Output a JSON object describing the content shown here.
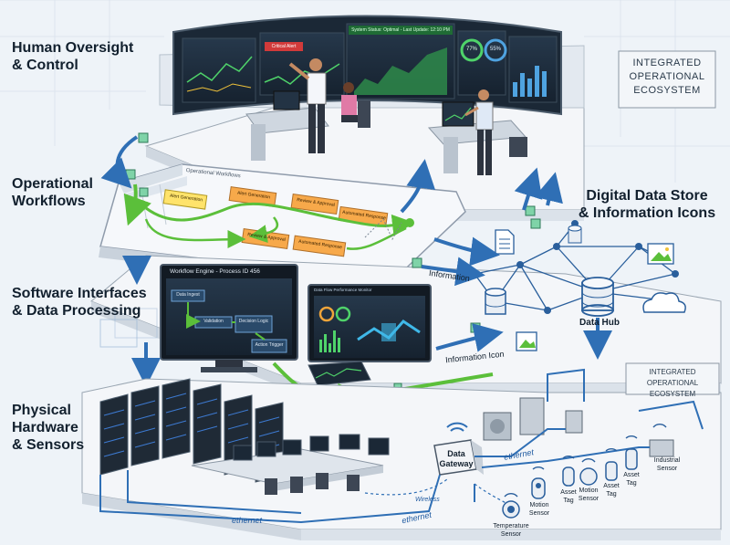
{
  "layers": {
    "human": "Human Oversight\n& Control",
    "workflows": "Operational\nWorkflows",
    "software": "Software Interfaces\n& Data Processing",
    "hardware": "Physical\nHardware\n& Sensors"
  },
  "store_title": "Digital Data Store\n& Information Icons",
  "ecosystem_top": "INTEGRATED\nOPERATIONAL\nECOSYSTEM",
  "ecosystem_bottom": "INTEGRATED\nOPERATIONAL ECOSYSTEM",
  "system_status": "System Status: Optimal - Last Update: 12:10 PM",
  "critical_alert": "Critical Alert",
  "gauges": [
    "77%",
    "55%"
  ],
  "workflow_board": {
    "title": "Operational Workflows",
    "steps": [
      "Alert Generation",
      "Alert Generation",
      "Review & Approval",
      "Automated Response",
      "Review & Approval",
      "Automated Response"
    ]
  },
  "engine_monitor": {
    "title": "Workflow Engine - Process ID 456",
    "nodes": [
      "Data Ingest",
      "Validation",
      "Decision Logic",
      "Action Trigger"
    ]
  },
  "perf_monitor": {
    "title": "Data Flow Performance Monitor"
  },
  "data_hub": "Data Hub",
  "information_labels": [
    "Information",
    "Information Icon"
  ],
  "gateway": "Data\nGateway",
  "network_labels": {
    "ethernet": "ethernet",
    "wireless": "Wireless"
  },
  "sensors": [
    {
      "label": "Temperature\nSensor"
    },
    {
      "label": "Motion\nSensor"
    },
    {
      "label": "Asset\nTag"
    },
    {
      "label": "Motion\nSensor"
    },
    {
      "label": "Asset\nTag"
    },
    {
      "label": "Asset\nTag"
    },
    {
      "label": "Industrial\nSensor"
    }
  ],
  "colors": {
    "background": "#eef3f8",
    "platform": "#f4f6f9",
    "platform_edge": "#9aa6b2",
    "screen": "#1d2b3a",
    "green_flow": "#5bbf3a",
    "blue_flow": "#2f6fb5",
    "node_blue": "#2a5f9c"
  }
}
